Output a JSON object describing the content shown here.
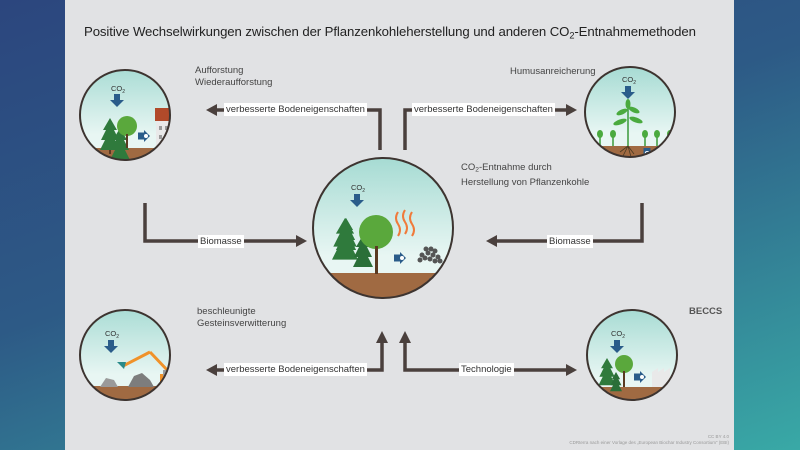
{
  "title_pre": "Positive Wechselwirkungen zwischen der Pflanzenkohleherstellung und anderen CO",
  "title_sub": "2",
  "title_post": "-Entnahmemethoden",
  "nodes": {
    "afforestation": {
      "line1": "Aufforstung",
      "line2": "Wiederaufforstung"
    },
    "humus": {
      "line1": "Humusanreicherung"
    },
    "center": {
      "line1_pre": "CO",
      "line1_sub": "2",
      "line1_post": "-Entnahme durch",
      "line2": "Herstellung von Pflanzenkohle"
    },
    "weathering": {
      "line1": "beschleunigte",
      "line2": "Gesteinsverwitterung"
    },
    "beccs": {
      "line1": "BECCS"
    }
  },
  "arrows": {
    "center_to_afforestation": "verbesserte Bodeneigenschaften",
    "center_to_humus": "verbesserte Bodeneigenschaften",
    "afforestation_to_center": "Biomasse",
    "humus_to_center": "Biomasse",
    "weathering_center": "verbesserte Bodeneigenschaften",
    "beccs_center": "Technologie"
  },
  "icons": {
    "co2": "CO",
    "co2_sub": "2",
    "carbon": "C"
  },
  "colors": {
    "arrow": "#4a403d",
    "co2_arrow": "#2a5c8a",
    "soil": "#a06a42",
    "sky_top": "#a9dcd4",
    "tree_dark": "#2f7a3c",
    "tree_light": "#5aa83c",
    "heat": "#f07a3a",
    "excavator": "#f0922a"
  },
  "credit": {
    "line1": "CC BY 4.0",
    "line2": "CDRterra nach einer Vorlage des „European Biochar Industry Consortium“ (EBI)"
  }
}
